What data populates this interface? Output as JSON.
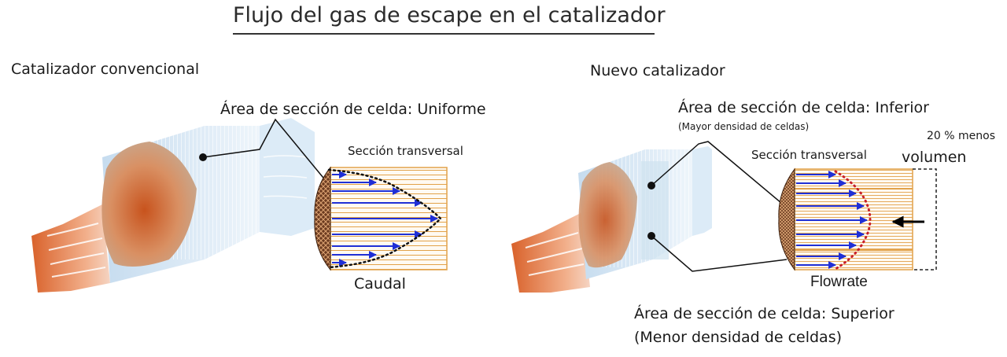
{
  "title": "Flujo del gas de escape en el catalizador",
  "left": {
    "heading": "Catalizador convencional",
    "cell_area_label": "Área de sección de celda: Uniforme",
    "cross_section_label": "Sección transversal",
    "flow_label": "Caudal"
  },
  "right": {
    "heading": "Nuevo catalizador",
    "cell_area_top_label": "Área de sección de celda: Inferior",
    "cell_density_high_label": "(Mayor densidad de celdas)",
    "volume_reduction_pct": "20 % menos",
    "volume_word": "volumen",
    "cross_section_label": "Sección transversal",
    "flow_label": "Flowrate",
    "cell_area_bottom_label": "Área de sección de celda: Superior",
    "cell_density_low_label": "(Menor densidad de celdas)"
  },
  "colors": {
    "flow_arrow": "#1f2fd6",
    "hot_gas": "#d9622b",
    "substrate": "#b9d4ea",
    "cell_lines": "#e2a24a",
    "honeycomb": "#6b3a1f",
    "velocity_dots": "#c8202a"
  }
}
